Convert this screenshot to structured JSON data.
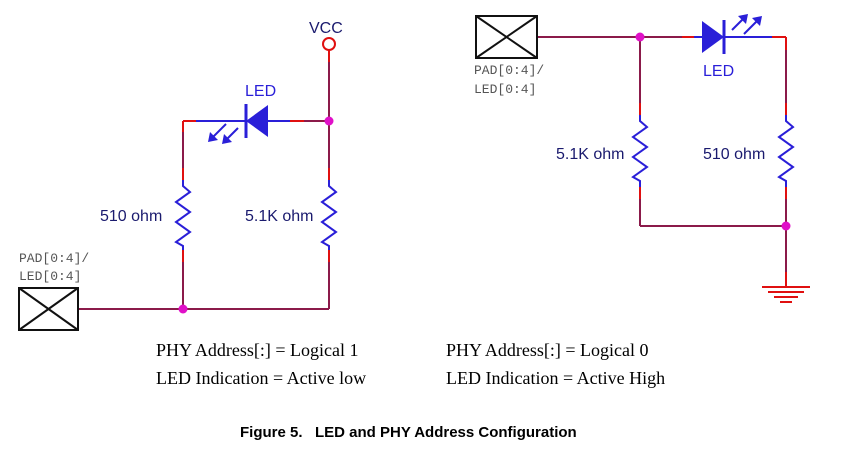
{
  "colors": {
    "wire": "#8b1a4a",
    "wire_red": "#e01010",
    "component": "#2a1fd8",
    "node": "#e010c8",
    "vcc_terminal": "#e01010",
    "text": "#1a1a6e"
  },
  "left_circuit": {
    "vcc_label": "VCC",
    "led_label": "LED",
    "resistor_led_label": "510 ohm",
    "resistor_pullup_label": "5.1K ohm",
    "pad_label_line1": "PAD[0:4]/",
    "pad_label_line2": "LED[0:4]",
    "caption_line1": "PHY Address[:] = Logical 1",
    "caption_line2": "LED Indication = Active low"
  },
  "right_circuit": {
    "pad_label_line1": "PAD[0:4]/",
    "pad_label_line2": "LED[0:4]",
    "led_label": "LED",
    "resistor_pulldown_label": "5.1K ohm",
    "resistor_led_label": "510 ohm",
    "caption_line1": "PHY Address[:] = Logical 0",
    "caption_line2": "LED Indication = Active High"
  },
  "figure_caption": "Figure 5.   LED and PHY Address Configuration"
}
